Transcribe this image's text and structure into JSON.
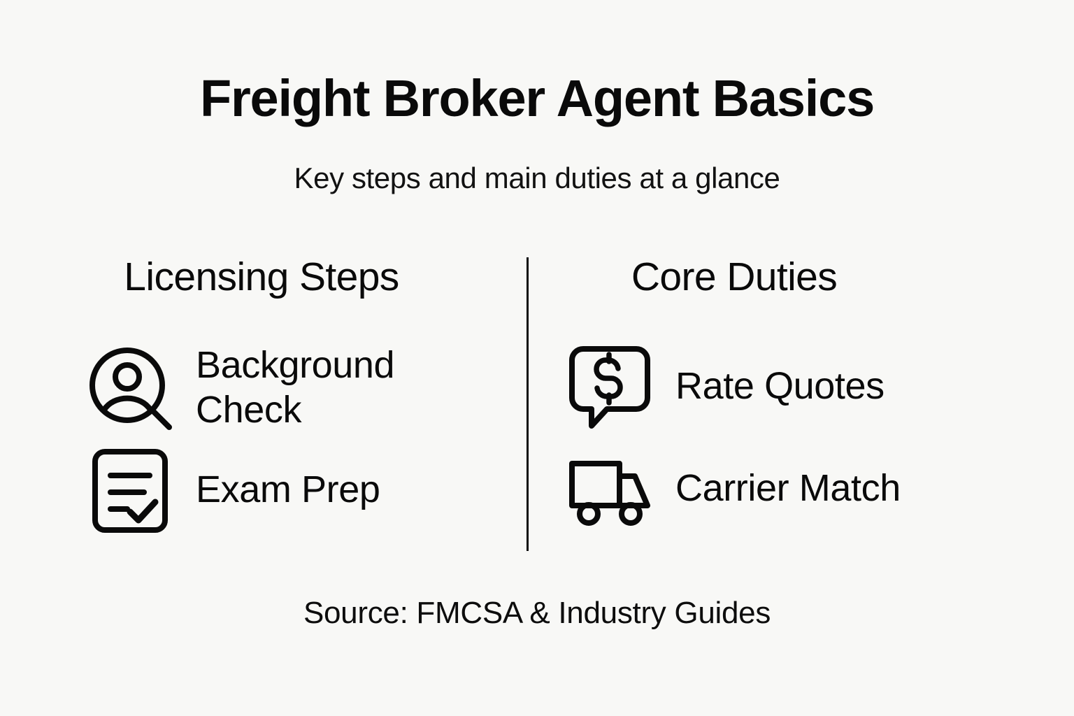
{
  "background_color": "#f8f8f6",
  "ink_color": "#0a0a0a",
  "header": {
    "title": "Freight Broker Agent Basics",
    "subtitle": "Key steps and main duties at a glance"
  },
  "columns": [
    {
      "heading": "Licensing Steps",
      "items": [
        {
          "icon": "person-magnifier-icon",
          "label": "Background Check"
        },
        {
          "icon": "document-checklist-icon",
          "label": "Exam Prep"
        }
      ]
    },
    {
      "heading": "Core Duties",
      "items": [
        {
          "icon": "dollar-speech-bubble-icon",
          "label": "Rate Quotes"
        },
        {
          "icon": "delivery-truck-icon",
          "label": "Carrier Match"
        }
      ]
    }
  ],
  "footer": {
    "source": "Source: FMCSA & Industry Guides"
  }
}
